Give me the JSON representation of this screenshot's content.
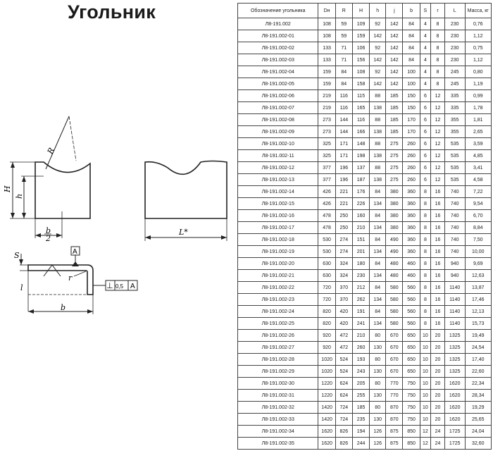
{
  "title": "Угольник",
  "drawing": {
    "front_view": {
      "dim_H": "H",
      "dim_h": "h",
      "dim_b_half": "b",
      "dim_b_half_den": "2",
      "dim_R": "R"
    },
    "side_view": {
      "dim_L": "L*"
    },
    "section": {
      "dim_S": "S",
      "dim_l": "l",
      "dim_b": "b",
      "dim_r": "r",
      "datum": "A",
      "tol_symbol": "⊥",
      "tol_value": "0,5",
      "tol_ref": "A"
    }
  },
  "table": {
    "headers": [
      "Обозначение угольника",
      "Dн",
      "R",
      "H",
      "h",
      "j",
      "b",
      "S",
      "r",
      "L",
      "Масса, кг"
    ],
    "rows": [
      [
        "Л8-191.002",
        "108",
        "59",
        "109",
        "92",
        "142",
        "84",
        "4",
        "8",
        "230",
        "0,76"
      ],
      [
        "Л8-191.002-01",
        "108",
        "59",
        "159",
        "142",
        "142",
        "84",
        "4",
        "8",
        "230",
        "1,12"
      ],
      [
        "Л8-191.002-02",
        "133",
        "71",
        "106",
        "92",
        "142",
        "84",
        "4",
        "8",
        "230",
        "0,75"
      ],
      [
        "Л8-191.002-03",
        "133",
        "71",
        "156",
        "142",
        "142",
        "84",
        "4",
        "8",
        "230",
        "1,12"
      ],
      [
        "Л8-191.002-04",
        "159",
        "84",
        "108",
        "92",
        "142",
        "100",
        "4",
        "8",
        "245",
        "0,80"
      ],
      [
        "Л8-191.002-05",
        "159",
        "84",
        "158",
        "142",
        "142",
        "100",
        "4",
        "8",
        "245",
        "1,19"
      ],
      [
        "Л8-191.002-06",
        "219",
        "116",
        "115",
        "88",
        "185",
        "150",
        "6",
        "12",
        "335",
        "0,99"
      ],
      [
        "Л8-191.002-07",
        "219",
        "116",
        "165",
        "138",
        "185",
        "150",
        "6",
        "12",
        "335",
        "1,78"
      ],
      [
        "Л8-191.002-08",
        "273",
        "144",
        "116",
        "88",
        "185",
        "170",
        "6",
        "12",
        "355",
        "1,81"
      ],
      [
        "Л8-191.002-09",
        "273",
        "144",
        "166",
        "138",
        "185",
        "170",
        "6",
        "12",
        "355",
        "2,65"
      ],
      [
        "Л8-191.002-10",
        "325",
        "171",
        "148",
        "88",
        "275",
        "260",
        "6",
        "12",
        "535",
        "3,59"
      ],
      [
        "Л8-191.002-11",
        "325",
        "171",
        "198",
        "138",
        "275",
        "260",
        "6",
        "12",
        "535",
        "4,85"
      ],
      [
        "Л8-191.002-12",
        "377",
        "196",
        "137",
        "88",
        "275",
        "260",
        "6",
        "12",
        "535",
        "3,41"
      ],
      [
        "Л8-191.002-13",
        "377",
        "196",
        "187",
        "138",
        "275",
        "260",
        "6",
        "12",
        "535",
        "4,58"
      ],
      [
        "Л8-191.002-14",
        "426",
        "221",
        "176",
        "84",
        "380",
        "360",
        "8",
        "16",
        "740",
        "7,22"
      ],
      [
        "Л8-191.002-15",
        "426",
        "221",
        "226",
        "134",
        "380",
        "360",
        "8",
        "16",
        "740",
        "9,54"
      ],
      [
        "Л8-191.002-16",
        "478",
        "250",
        "160",
        "84",
        "380",
        "360",
        "8",
        "16",
        "740",
        "6,70"
      ],
      [
        "Л8-191.002-17",
        "478",
        "250",
        "210",
        "134",
        "380",
        "360",
        "8",
        "16",
        "740",
        "8,84"
      ],
      [
        "Л8-191.002-18",
        "530",
        "274",
        "151",
        "84",
        "490",
        "360",
        "8",
        "16",
        "740",
        "7,50"
      ],
      [
        "Л8-191.002-19",
        "530",
        "274",
        "201",
        "134",
        "490",
        "360",
        "8",
        "16",
        "740",
        "10,00"
      ],
      [
        "Л8-191.002-20",
        "630",
        "324",
        "180",
        "84",
        "480",
        "460",
        "8",
        "16",
        "940",
        "9,69"
      ],
      [
        "Л8-191.002-21",
        "630",
        "324",
        "230",
        "134",
        "480",
        "460",
        "8",
        "16",
        "940",
        "12,63"
      ],
      [
        "Л8-191.002-22",
        "720",
        "370",
        "212",
        "84",
        "580",
        "560",
        "8",
        "16",
        "1140",
        "13,87"
      ],
      [
        "Л8-191.002-23",
        "720",
        "370",
        "262",
        "134",
        "580",
        "560",
        "8",
        "16",
        "1140",
        "17,46"
      ],
      [
        "Л8-191.002-24",
        "820",
        "420",
        "191",
        "84",
        "580",
        "560",
        "8",
        "16",
        "1140",
        "12,13"
      ],
      [
        "Л8-191.002-25",
        "820",
        "420",
        "241",
        "134",
        "580",
        "560",
        "8",
        "16",
        "1140",
        "15,73"
      ],
      [
        "Л8-191.002-26",
        "920",
        "472",
        "210",
        "80",
        "670",
        "650",
        "10",
        "20",
        "1325",
        "19,49"
      ],
      [
        "Л8-191.002-27",
        "920",
        "472",
        "260",
        "130",
        "670",
        "650",
        "10",
        "20",
        "1325",
        "24,54"
      ],
      [
        "Л8-191.002-28",
        "1020",
        "524",
        "193",
        "80",
        "670",
        "650",
        "10",
        "20",
        "1325",
        "17,40"
      ],
      [
        "Л8-191.002-29",
        "1020",
        "524",
        "243",
        "130",
        "670",
        "650",
        "10",
        "20",
        "1325",
        "22,60"
      ],
      [
        "Л8-191.002-30",
        "1220",
        "624",
        "205",
        "80",
        "770",
        "750",
        "10",
        "20",
        "1620",
        "22,34"
      ],
      [
        "Л8-191.002-31",
        "1220",
        "624",
        "255",
        "130",
        "770",
        "750",
        "10",
        "20",
        "1620",
        "28,34"
      ],
      [
        "Л8-191.002-32",
        "1420",
        "724",
        "185",
        "80",
        "870",
        "750",
        "10",
        "20",
        "1620",
        "19,29"
      ],
      [
        "Л8-191.002-33",
        "1420",
        "724",
        "235",
        "130",
        "870",
        "750",
        "10",
        "20",
        "1620",
        "25,65"
      ],
      [
        "Л8-191.002-34",
        "1620",
        "826",
        "194",
        "126",
        "875",
        "850",
        "12",
        "24",
        "1725",
        "24,04"
      ],
      [
        "Л8-191.002-35",
        "1620",
        "826",
        "244",
        "126",
        "875",
        "850",
        "12",
        "24",
        "1725",
        "32,60"
      ]
    ]
  }
}
